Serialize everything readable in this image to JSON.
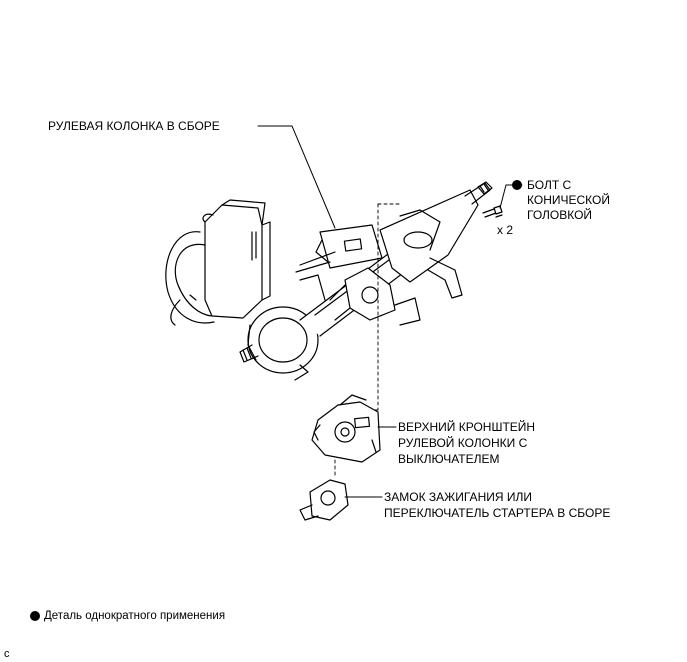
{
  "labels": {
    "column_assembly": "РУЛЕВАЯ КОЛОНКА В СБОРЕ",
    "bolt_line1": "БОЛТ С",
    "bolt_line2": "КОНИЧЕСКОЙ",
    "bolt_line3": "ГОЛОВКОЙ",
    "bolt_qty": "x 2",
    "bracket_line1": "ВЕРХНИЙ КРОНШТЕЙН",
    "bracket_line2": "РУЛЕВОЙ КОЛОНКИ С",
    "bracket_line3": "ВЫКЛЮЧАТЕЛЕМ",
    "ignition_line1": "ЗАМОК ЗАЖИГАНИЯ ИЛИ",
    "ignition_line2": "ПЕРЕКЛЮЧАТЕЛЬ СТАРТЕРА В СБОРЕ"
  },
  "legend": {
    "text": "Деталь однократного применения",
    "symbol": "filled-circle-icon"
  },
  "corner_mark": "c"
}
